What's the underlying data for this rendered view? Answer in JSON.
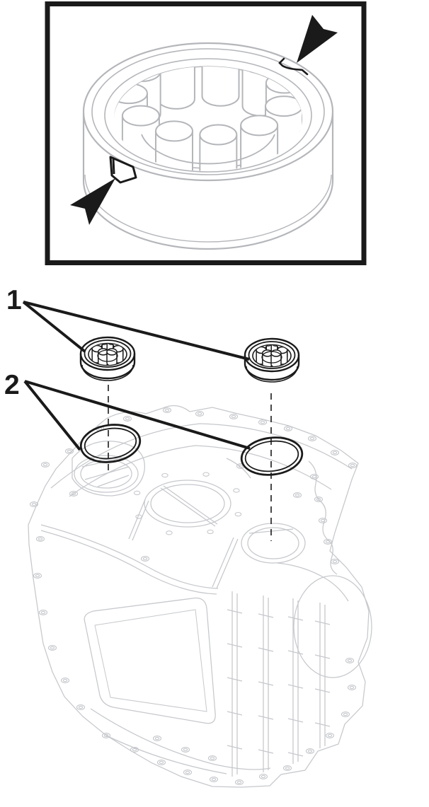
{
  "callouts": [
    {
      "label": "1"
    },
    {
      "label": "2"
    }
  ],
  "icons": {
    "pointer_top": "solid-arrowhead-pointing-lower-left",
    "pointer_bottom": "solid-arrowhead-pointing-upper-right"
  },
  "colors": {
    "ink": "#1a1a1a",
    "inset_gray": "#b4b6ba",
    "housing_gray": "#c6c8cc",
    "background": "#ffffff"
  }
}
